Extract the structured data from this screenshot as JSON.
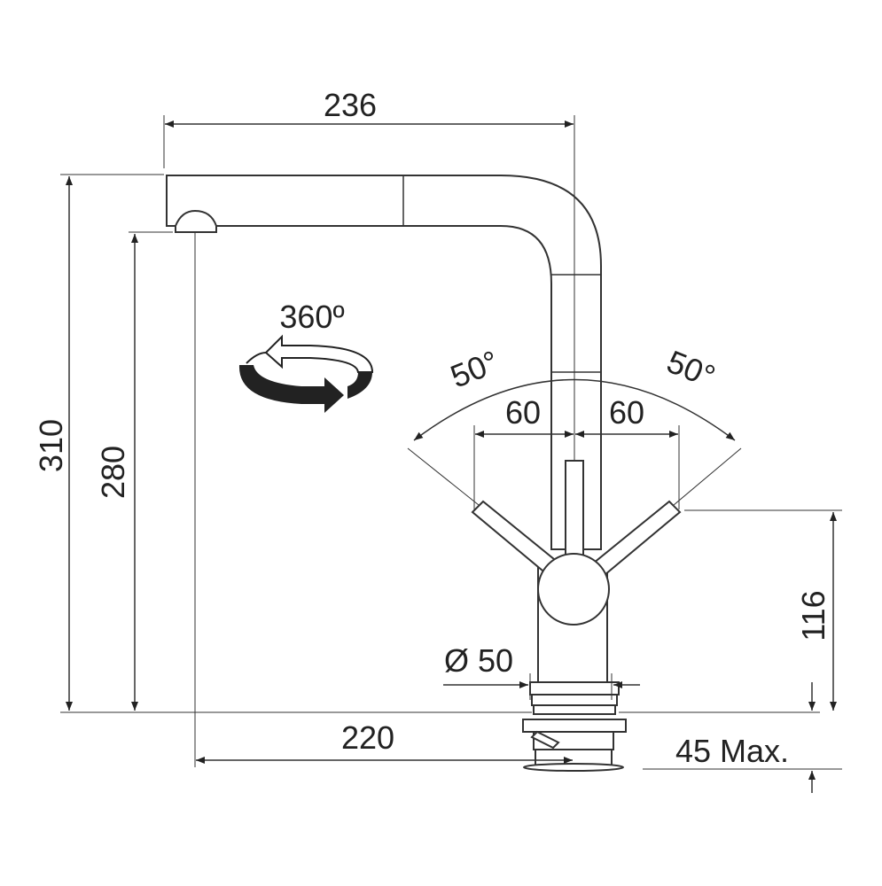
{
  "dimensions": {
    "spout_reach": "236",
    "total_height": "310",
    "spout_height": "280",
    "rotation": "360º",
    "lever_angle_left": "50°",
    "lever_angle_right": "50°",
    "lever_offset_left": "60",
    "lever_offset_right": "60",
    "lever_height": "116",
    "base_diameter": "Ø 50",
    "base_to_outlet": "220",
    "max_thickness": "45 Max."
  }
}
